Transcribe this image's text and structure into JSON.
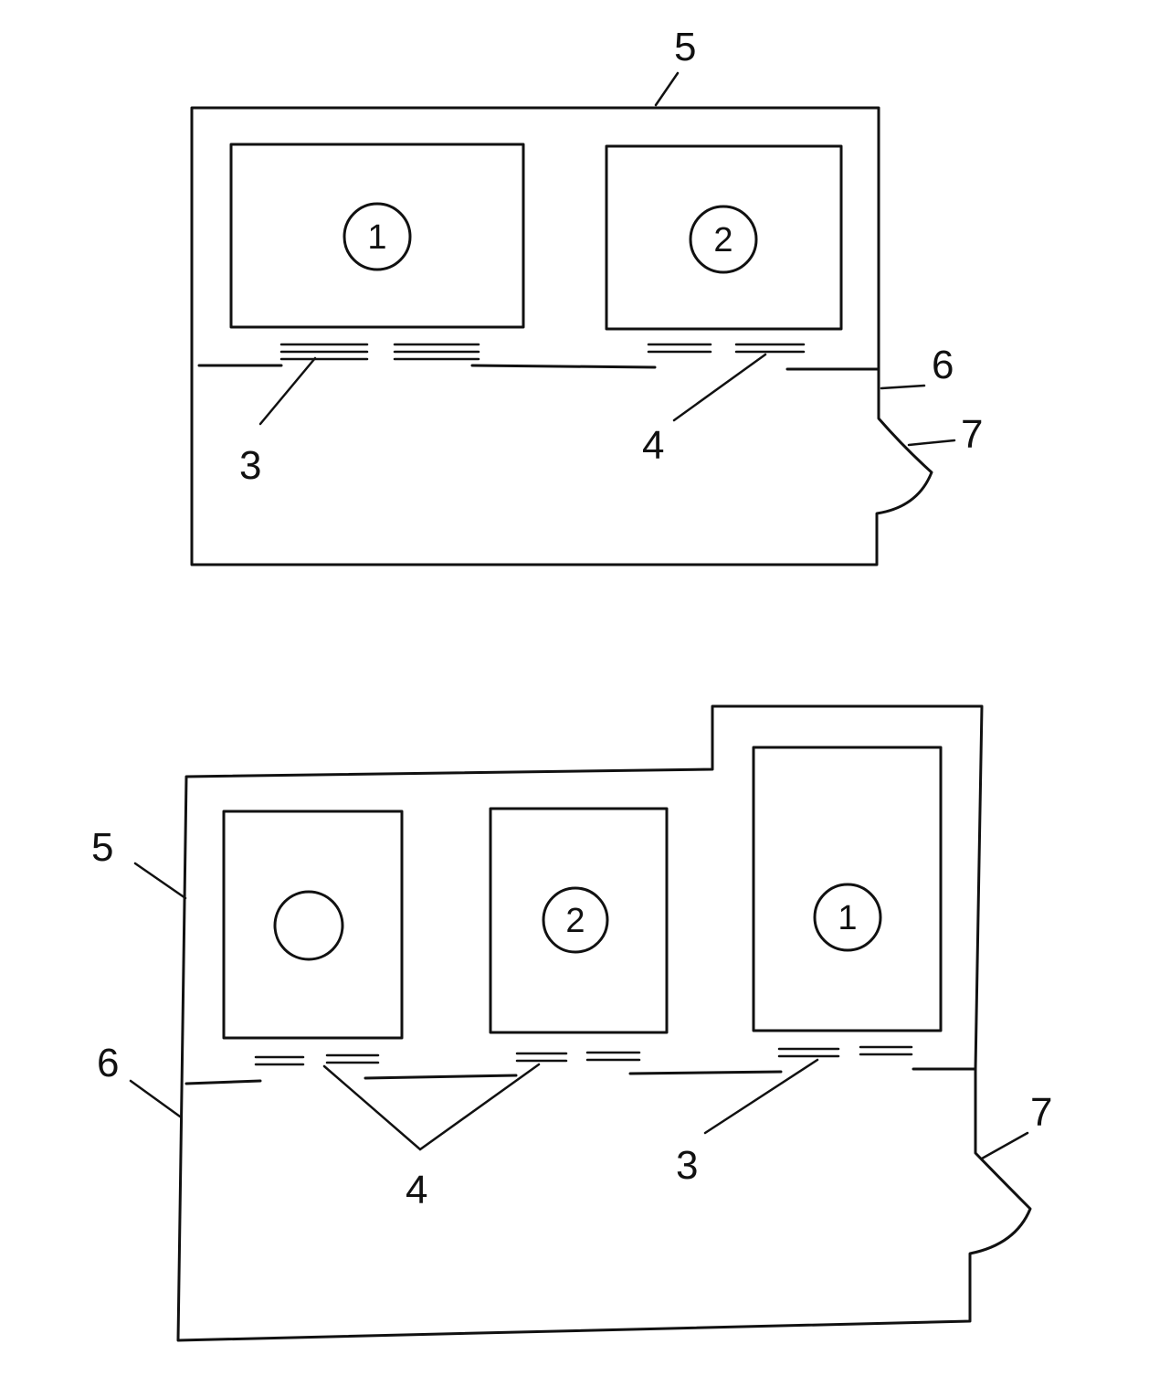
{
  "figures": [
    {
      "id": "top",
      "callouts": {
        "outline": "5",
        "edge_top": "6",
        "notch": "7",
        "contacts_left": "3",
        "contacts_right": "4"
      },
      "cells": [
        {
          "marker": "1"
        },
        {
          "marker": "2"
        }
      ]
    },
    {
      "id": "bottom",
      "callouts": {
        "outline": "5",
        "edge_left": "6",
        "notch": "7",
        "contacts_group": "4",
        "contacts_right": "3"
      },
      "cells": [
        {
          "marker": ""
        },
        {
          "marker": "2"
        },
        {
          "marker": "1"
        }
      ]
    }
  ]
}
